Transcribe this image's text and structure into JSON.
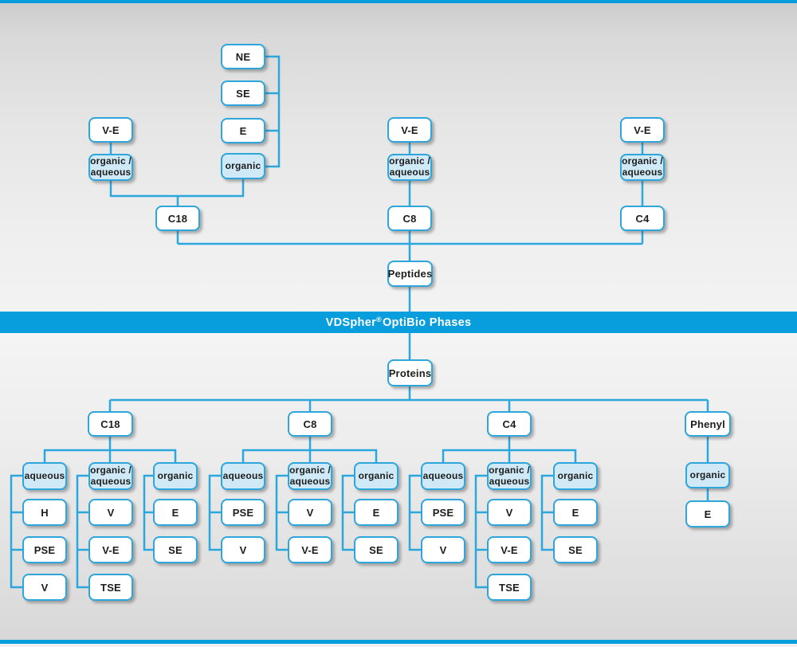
{
  "banner": {
    "brand": "VDSpher",
    "reg": "®",
    "rest": " OptiBio Phases"
  },
  "colors": {
    "accent_blue": "#089ddd",
    "line_blue": "#2ba7de",
    "mode_fill": "#cfe9f7"
  },
  "peptides": {
    "root": "Peptides",
    "endings_column": [
      "NE",
      "SE",
      "E"
    ],
    "organic_mode": "organic",
    "left": {
      "ending": "V-E",
      "mode": "organic /\naqueous",
      "column": "C18"
    },
    "center": {
      "ending": "V-E",
      "mode": "organic /\naqueous",
      "column": "C8"
    },
    "right": {
      "ending": "V-E",
      "mode": "organic /\naqueous",
      "column": "C4"
    }
  },
  "proteins": {
    "root": "Proteins",
    "groups": [
      {
        "column": "C18",
        "subgroups": [
          {
            "mode": "aqueous",
            "children": [
              "H",
              "PSE",
              "V"
            ]
          },
          {
            "mode": "organic /\naqueous",
            "children": [
              "V",
              "V-E",
              "TSE"
            ]
          },
          {
            "mode": "organic",
            "children": [
              "E",
              "SE"
            ]
          }
        ]
      },
      {
        "column": "C8",
        "subgroups": [
          {
            "mode": "aqueous",
            "children": [
              "PSE",
              "V"
            ]
          },
          {
            "mode": "organic /\naqueous",
            "children": [
              "V",
              "V-E"
            ]
          },
          {
            "mode": "organic",
            "children": [
              "E",
              "SE"
            ]
          }
        ]
      },
      {
        "column": "C4",
        "subgroups": [
          {
            "mode": "aqueous",
            "children": [
              "PSE",
              "V"
            ]
          },
          {
            "mode": "organic /\naqueous",
            "children": [
              "V",
              "V-E",
              "TSE"
            ]
          },
          {
            "mode": "organic",
            "children": [
              "E",
              "SE"
            ]
          }
        ]
      },
      {
        "column": "Phenyl",
        "subgroups": [
          {
            "mode": "organic",
            "children": [
              "E"
            ]
          }
        ]
      }
    ]
  }
}
